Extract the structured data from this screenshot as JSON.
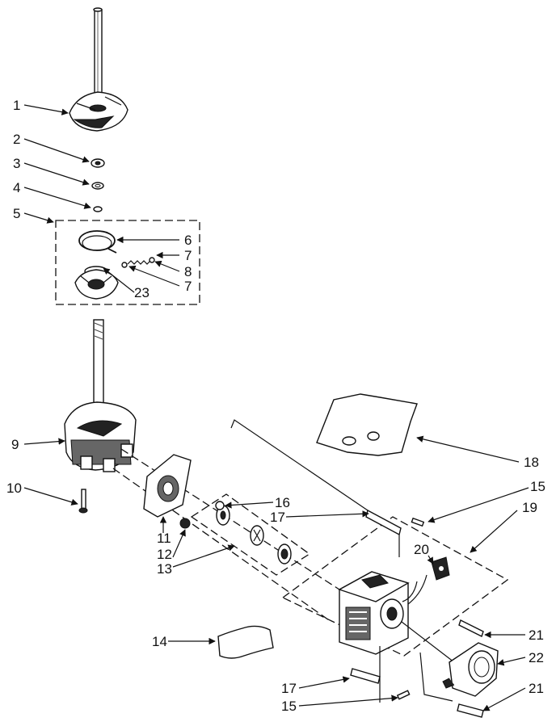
{
  "callouts": [
    {
      "id": "c1",
      "text": "1"
    },
    {
      "id": "c2",
      "text": "2"
    },
    {
      "id": "c3",
      "text": "3"
    },
    {
      "id": "c4",
      "text": "4"
    },
    {
      "id": "c5",
      "text": "5"
    },
    {
      "id": "c6",
      "text": "6"
    },
    {
      "id": "c7a",
      "text": "7"
    },
    {
      "id": "c8",
      "text": "8"
    },
    {
      "id": "c7b",
      "text": "7"
    },
    {
      "id": "c23",
      "text": "23"
    },
    {
      "id": "c9",
      "text": "9"
    },
    {
      "id": "c10",
      "text": "10"
    },
    {
      "id": "c11",
      "text": "11"
    },
    {
      "id": "c12",
      "text": "12"
    },
    {
      "id": "c13",
      "text": "13"
    },
    {
      "id": "c16",
      "text": "16"
    },
    {
      "id": "c17a",
      "text": "17"
    },
    {
      "id": "c15a",
      "text": "15"
    },
    {
      "id": "c18",
      "text": "18"
    },
    {
      "id": "c19",
      "text": "19"
    },
    {
      "id": "c20",
      "text": "20"
    },
    {
      "id": "c14",
      "text": "14"
    },
    {
      "id": "c21a",
      "text": "21"
    },
    {
      "id": "c22",
      "text": "22"
    },
    {
      "id": "c21b",
      "text": "21"
    },
    {
      "id": "c17b",
      "text": "17"
    },
    {
      "id": "c15b",
      "text": "15"
    }
  ]
}
